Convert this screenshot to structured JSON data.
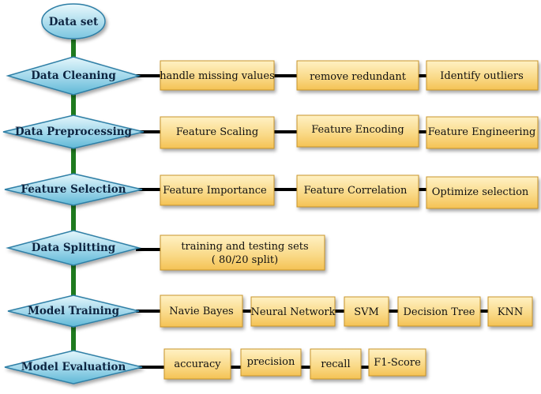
{
  "diagram": {
    "start": {
      "label": "Data set"
    },
    "stages": [
      {
        "label": "Data Cleaning",
        "steps": [
          {
            "label": "handle missing values"
          },
          {
            "label": "remove redundant"
          },
          {
            "label": "Identify outliers"
          }
        ]
      },
      {
        "label": "Data Preprocessing",
        "steps": [
          {
            "label": "Feature Scaling"
          },
          {
            "label": "Feature Encoding"
          },
          {
            "label": "Feature Engineering"
          }
        ]
      },
      {
        "label": "Feature Selection",
        "steps": [
          {
            "label": "Feature Importance"
          },
          {
            "label": "Feature Correlation"
          },
          {
            "label": "Optimize selection"
          }
        ]
      },
      {
        "label": "Data Splitting",
        "steps": [
          {
            "label": "training and testing sets",
            "label2": "( 80/20 split)"
          }
        ]
      },
      {
        "label": "Model Training",
        "steps": [
          {
            "label": "Navie Bayes"
          },
          {
            "label": "Neural Network"
          },
          {
            "label": "SVM"
          },
          {
            "label": "Decision Tree"
          },
          {
            "label": "KNN"
          }
        ]
      },
      {
        "label": "Model Evaluation",
        "steps": [
          {
            "label": "accuracy"
          },
          {
            "label": "precision"
          },
          {
            "label": "recall"
          },
          {
            "label": "F1-Score"
          }
        ]
      }
    ]
  },
  "colors": {
    "diamond_fill_light": "#e4f6fb",
    "diamond_fill_dark": "#5fb8d6",
    "diamond_stroke": "#2f7fa6",
    "box_fill_light": "#fff1c4",
    "box_fill_dark": "#f4c254",
    "box_stroke": "#c9952a",
    "spine": "#1e7a1e",
    "connector": "#000000"
  }
}
